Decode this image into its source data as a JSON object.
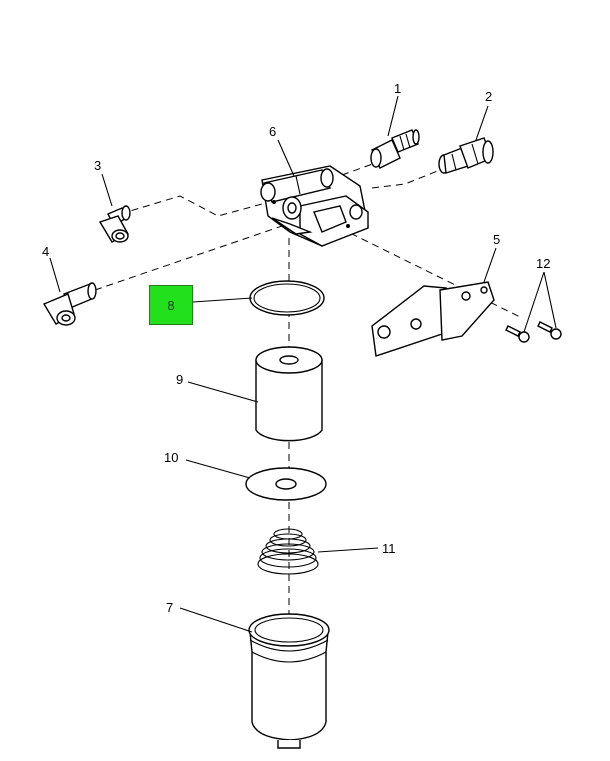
{
  "callouts": {
    "c1": "1",
    "c2": "2",
    "c3": "3",
    "c4": "4",
    "c5": "5",
    "c6": "6",
    "c7": "7",
    "c8": "8",
    "c9": "9",
    "c10": "10",
    "c11": "11",
    "c12": "12"
  },
  "highlight_color": "#22e01c"
}
